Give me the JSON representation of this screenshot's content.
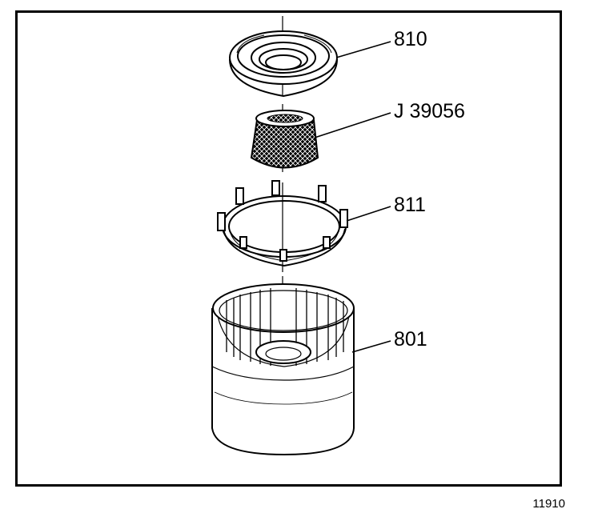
{
  "callouts": {
    "c810": "810",
    "cj39056": "J 39056",
    "c811": "811",
    "c801": "801"
  },
  "figure_number": "11910"
}
